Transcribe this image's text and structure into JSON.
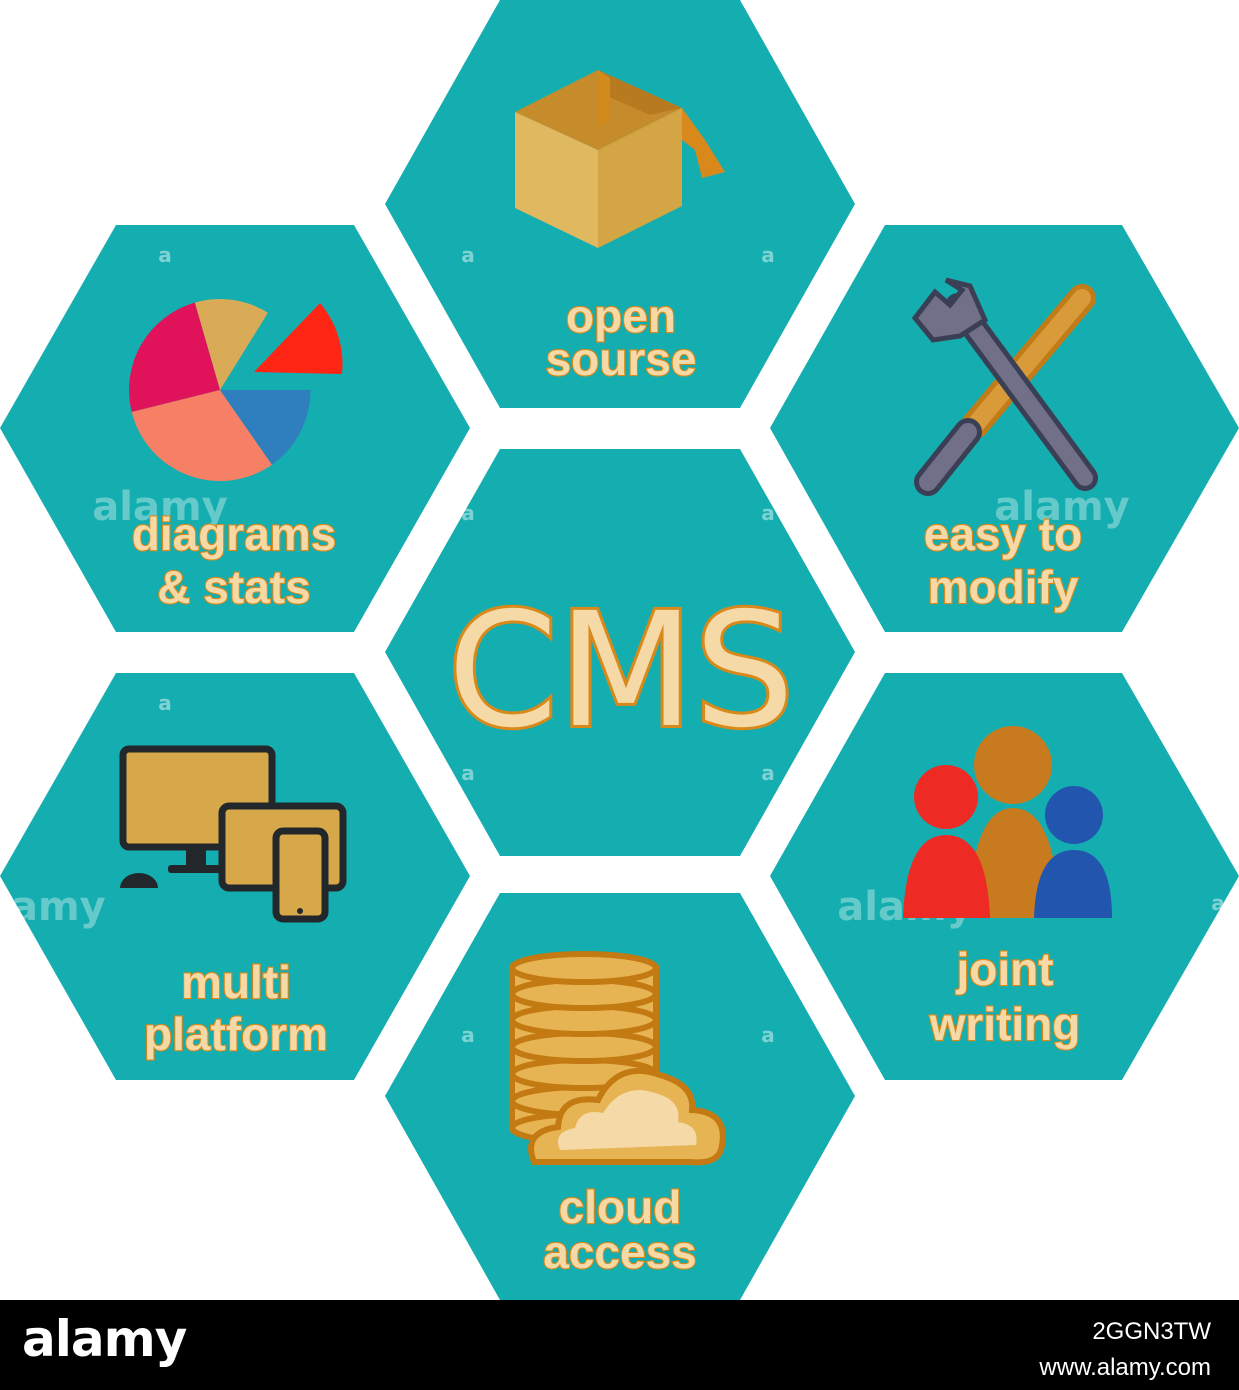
{
  "diagram": {
    "center": {
      "title": "CMS"
    },
    "features": [
      {
        "id": "open-source",
        "line1": "open",
        "line2": "sourse",
        "icon": "box-icon"
      },
      {
        "id": "diagrams-stats",
        "line1": "diagrams",
        "line2": "& stats",
        "icon": "pie-chart-icon"
      },
      {
        "id": "easy-to-modify",
        "line1": "easy to",
        "line2": "modify",
        "icon": "tools-icon"
      },
      {
        "id": "multi-platform",
        "line1": "multi",
        "line2": "platform",
        "icon": "devices-icon"
      },
      {
        "id": "joint-writing",
        "line1": "joint",
        "line2": "writing",
        "icon": "people-icon"
      },
      {
        "id": "cloud-access",
        "line1": "cloud",
        "line2": "access",
        "icon": "cloud-database-icon"
      }
    ]
  },
  "watermark": {
    "text": "alamy"
  },
  "footer": {
    "brand": "alamy",
    "image_id": "2GGN3TW",
    "site": "www.alamy.com"
  },
  "colors": {
    "hex_fill": "#14AEB0",
    "label_fill": "#F5D9A6",
    "label_stroke": "#D8891A",
    "background": "#FFFFFF",
    "footer": "#000000"
  }
}
